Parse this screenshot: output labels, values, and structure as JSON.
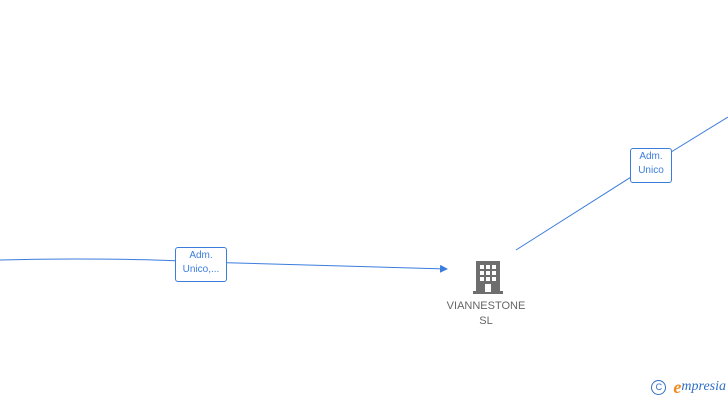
{
  "colors": {
    "edge": "#3b7ddd",
    "node_icon": "#6e6e6e",
    "node_label": "#666666",
    "brand_blue": "#2f6fc4",
    "brand_orange": "#f08a1c"
  },
  "edges": [
    {
      "label_lines": [
        "Adm.",
        "Unico,..."
      ],
      "directed": true
    },
    {
      "label_lines": [
        "Adm.",
        "Unico"
      ],
      "directed": false
    }
  ],
  "company_node": {
    "icon": "building-icon",
    "name_lines": [
      "VIANNESTONE",
      "SL"
    ]
  },
  "watermark": {
    "copyright_symbol": "C",
    "brand_initial": "e",
    "brand_rest": "mpresia"
  }
}
